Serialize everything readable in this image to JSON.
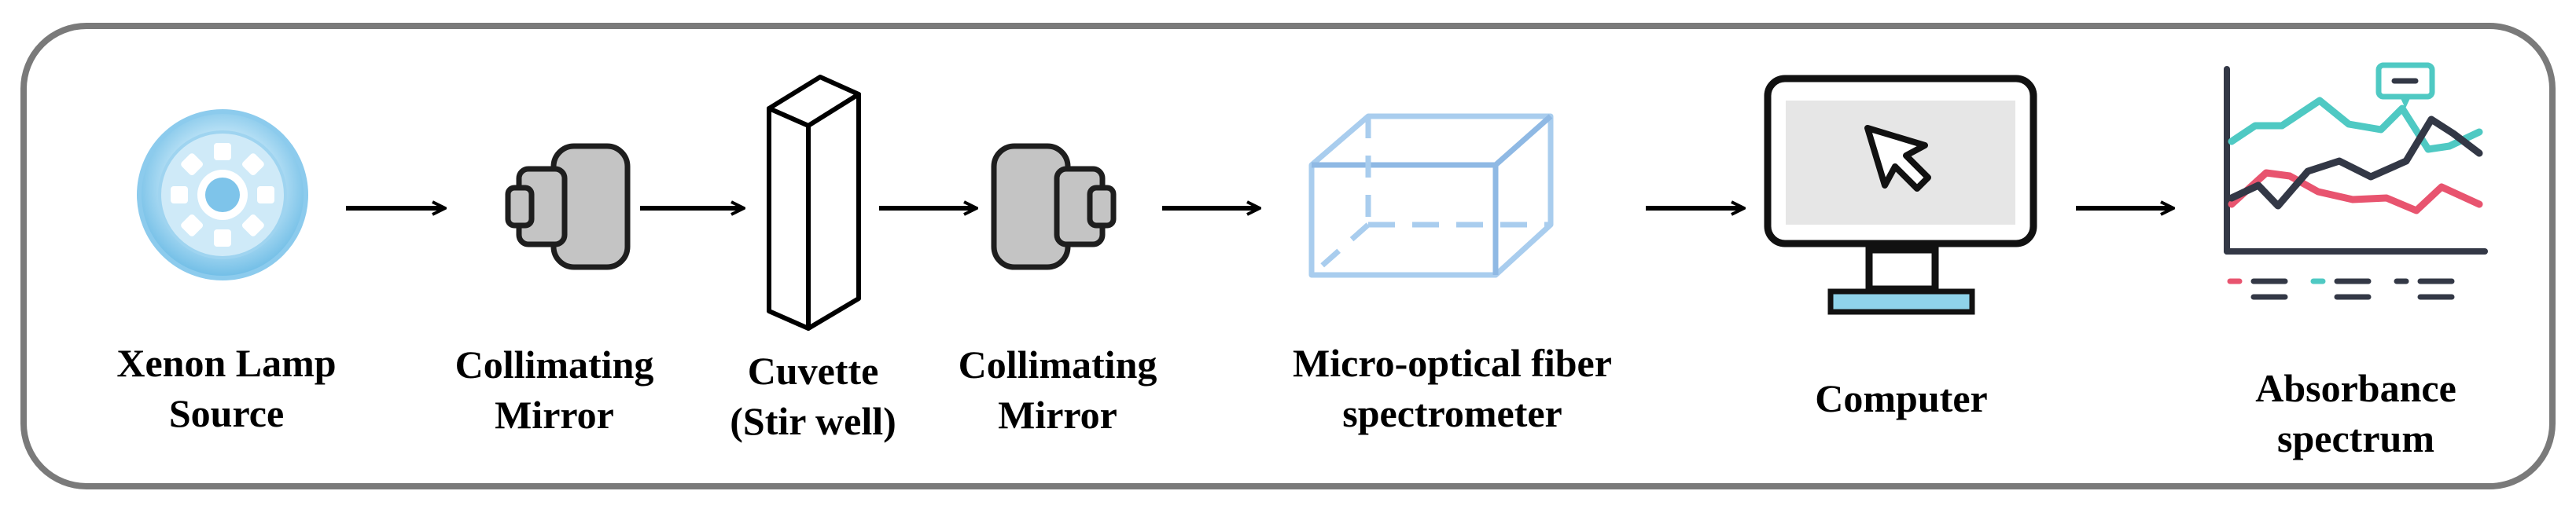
{
  "components": [
    {
      "id": "lamp",
      "lines": [
        "Xenon Lamp",
        "Source"
      ],
      "icon": "xenon-lamp-icon"
    },
    {
      "id": "mirror1",
      "lines": [
        "Collimating",
        "Mirror"
      ],
      "icon": "collimating-mirror-icon"
    },
    {
      "id": "cuvette",
      "lines": [
        "Cuvette",
        "(Stir well)"
      ],
      "icon": "cuvette-icon"
    },
    {
      "id": "mirror2",
      "lines": [
        "Collimating",
        "Mirror"
      ],
      "icon": "collimating-mirror-icon"
    },
    {
      "id": "spectrometer",
      "lines": [
        "Micro-optical fiber",
        "spectrometer"
      ],
      "icon": "spectrometer-box-icon"
    },
    {
      "id": "computer",
      "lines": [
        "Computer"
      ],
      "icon": "computer-monitor-icon"
    },
    {
      "id": "spectrum",
      "lines": [
        "Absorbance",
        "spectrum"
      ],
      "icon": "line-chart-icon"
    }
  ],
  "colors": {
    "frame": "#7a7a7a",
    "lamp_light": "#cfe9f7",
    "lamp_mid": "#8ccbed",
    "lamp_dark": "#5bb3e2",
    "mirror_fill": "#c4c4c4",
    "mirror_stroke": "#1e1e1e",
    "box_blue": "#9fc7ea",
    "screen_gray": "#e6e6e6",
    "stand_blue": "#8fd3ea",
    "teal": "#4fc9c3",
    "pink": "#e8546f",
    "navy": "#333846"
  }
}
